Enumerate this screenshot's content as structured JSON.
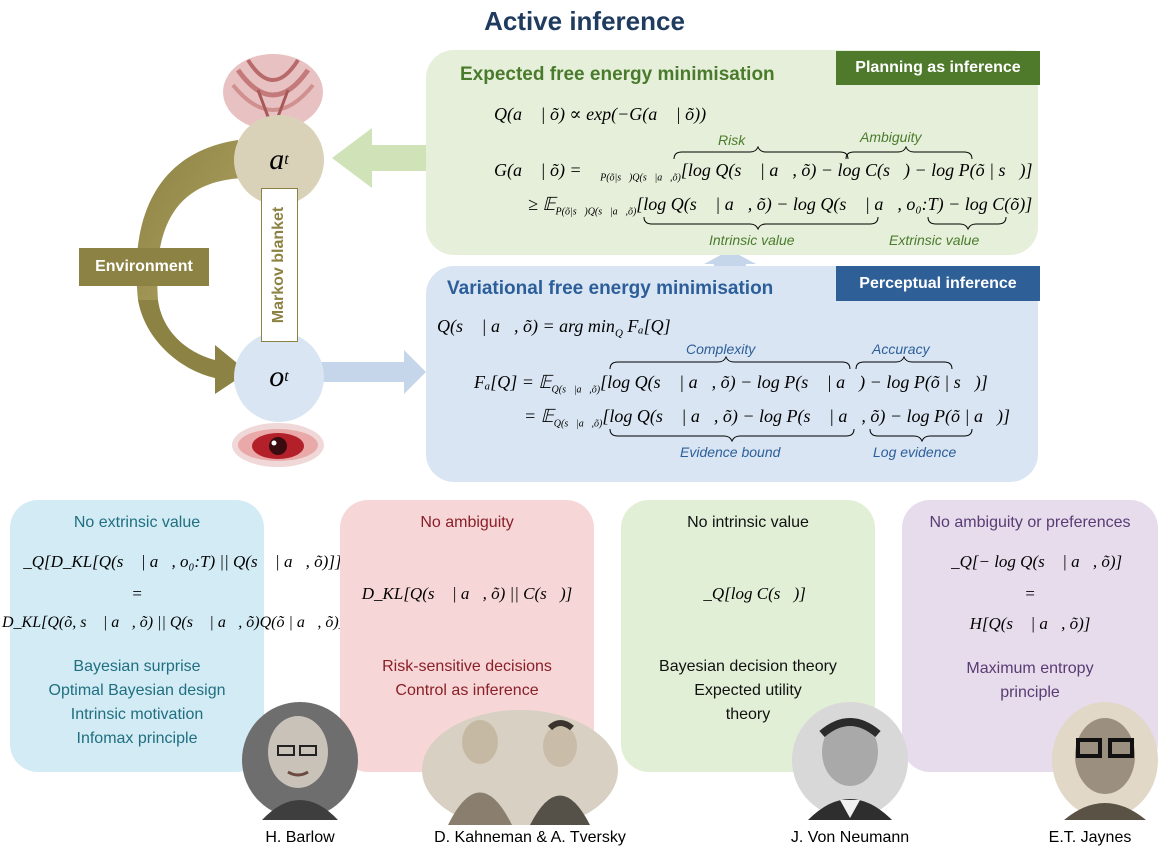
{
  "title": "Active inference",
  "left": {
    "action_symbol": "a",
    "action_sub": "t",
    "obs_symbol": "o",
    "obs_sub": "t",
    "environment": "Environment",
    "markov_blanket": "Markov blanket"
  },
  "planning": {
    "title": "Expected free energy minimisation",
    "tag": "Planning as inference",
    "eq1": "Q(a⃗ | õ) ∝ exp(−G(a⃗ | õ))",
    "eq2_lhs": "G(a⃗ | õ) = 𝔼",
    "eq2_sub": "P(õ|s⃗)Q(s⃗|a⃗,õ)",
    "eq2_rhs": "[log Q(s⃗ | a⃗, õ) − log C(s⃗) − log P(õ | s⃗)]",
    "eq3_lhs": "≥ 𝔼",
    "eq3_sub": "P(õ|s⃗)Q(s⃗|a⃗,õ)",
    "eq3_rhs": "[log Q(s⃗ | a⃗, õ) − log Q(s⃗ | a⃗, o₀:T) − log C(õ)]",
    "label_risk": "Risk",
    "label_ambiguity": "Ambiguity",
    "label_intrinsic": "Intrinsic value",
    "label_extrinsic": "Extrinsic value"
  },
  "perceptual": {
    "title": "Variational free energy minimisation",
    "tag": "Perceptual inference",
    "eq1": "Q(s⃗ | a⃗, õ) = arg min",
    "eq1_sub": "Q",
    "eq1_rhs": " Fₐ[Q]",
    "eq2_lhs": "Fₐ[Q] = 𝔼",
    "eq2_sub": "Q(s⃗|a⃗,õ)",
    "eq2_rhs": "[log Q(s⃗ | a⃗, õ) − log P(s⃗ | a⃗) − log P(õ | s⃗)]",
    "eq3_lhs": "= 𝔼",
    "eq3_sub": "Q(s⃗|a⃗,õ)",
    "eq3_rhs": "[log Q(s⃗ | a⃗, õ) − log P(s⃗ | a⃗, õ) − log P(õ | a⃗)]",
    "label_complexity": "Complexity",
    "label_accuracy": "Accuracy",
    "label_evidence_bound": "Evidence bound",
    "label_log_evidence": "Log evidence"
  },
  "cards": [
    {
      "heading": "No extrinsic value",
      "eq1": "𝔼_Q[D_KL[Q(s⃗ | a⃗, o₀:T) || Q(s⃗ | a⃗, õ)]]",
      "eq_mid": "=",
      "eq2": "D_KL[Q(õ, s⃗ | a⃗, õ) || Q(s⃗ | a⃗, õ)Q(õ | a⃗, õ)]",
      "lines": [
        "Bayesian surprise",
        "Optimal Bayesian design",
        "Intrinsic motivation",
        "Infomax principle"
      ],
      "person": "H. Barlow"
    },
    {
      "heading": "No ambiguity",
      "eq1": "D_KL[Q(s⃗ | a⃗, õ) || C(s⃗)]",
      "lines": [
        "Risk-sensitive decisions",
        "Control as inference"
      ],
      "person": "D. Kahneman & A. Tversky"
    },
    {
      "heading": "No intrinsic value",
      "eq1": "𝔼_Q[log C(s⃗)]",
      "lines": [
        "Bayesian decision theory",
        "Expected utility",
        "theory"
      ],
      "person": "J. Von Neumann"
    },
    {
      "heading": "No ambiguity or preferences",
      "eq1": "𝔼_Q[− log Q(s⃗ | a⃗, õ)]",
      "eq_mid": "=",
      "eq2": "H[Q(s⃗ | a⃗, õ)]",
      "lines": [
        "Maximum entropy",
        "principle"
      ],
      "person": "E.T. Jaynes"
    }
  ],
  "colors": {
    "green_panel": "#e6efda",
    "blue_panel": "#d9e5f2",
    "olive": "#8c8243",
    "card_cyan": "#d3ebf4",
    "card_pink": "#f6d6d6",
    "card_green": "#e2efd7",
    "card_purple": "#e6dcec"
  }
}
